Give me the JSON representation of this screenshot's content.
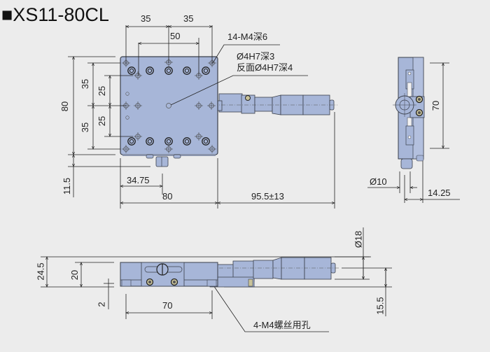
{
  "title": "■XS11-80CL",
  "colors": {
    "background": "#ececec",
    "part_fill": "#a7b6d8",
    "part_stroke": "#3a3f4a",
    "dim_line": "#222222"
  },
  "top_view": {
    "dims": {
      "pitch_35_left": "35",
      "pitch_35_right": "35",
      "pitch_50": "50",
      "height_80": "80",
      "left_35_upper": "35",
      "left_35_lower": "35",
      "left_25_upper": "25",
      "left_25_lower": "25",
      "offset_11_5": "11.5",
      "offset_34_75": "34.75",
      "width_80": "80",
      "micrometer_95_5": "95.5±13"
    },
    "callouts": {
      "tapped_holes": "14-M4深6",
      "pin_hole_top": "Ø4H7深3",
      "pin_hole_back": "反面Ø4H7深4"
    }
  },
  "side_view_right": {
    "dims": {
      "height_70": "70",
      "dia_10": "Ø10",
      "offset_14_25": "14.25"
    }
  },
  "front_view": {
    "dims": {
      "height_24_5": "24.5",
      "height_20": "20",
      "step_2": "2",
      "width_70": "70",
      "dia_18": "Ø18",
      "height_15_5": "15.5"
    },
    "callouts": {
      "mount_holes": "4-M4螺丝用孔"
    }
  }
}
